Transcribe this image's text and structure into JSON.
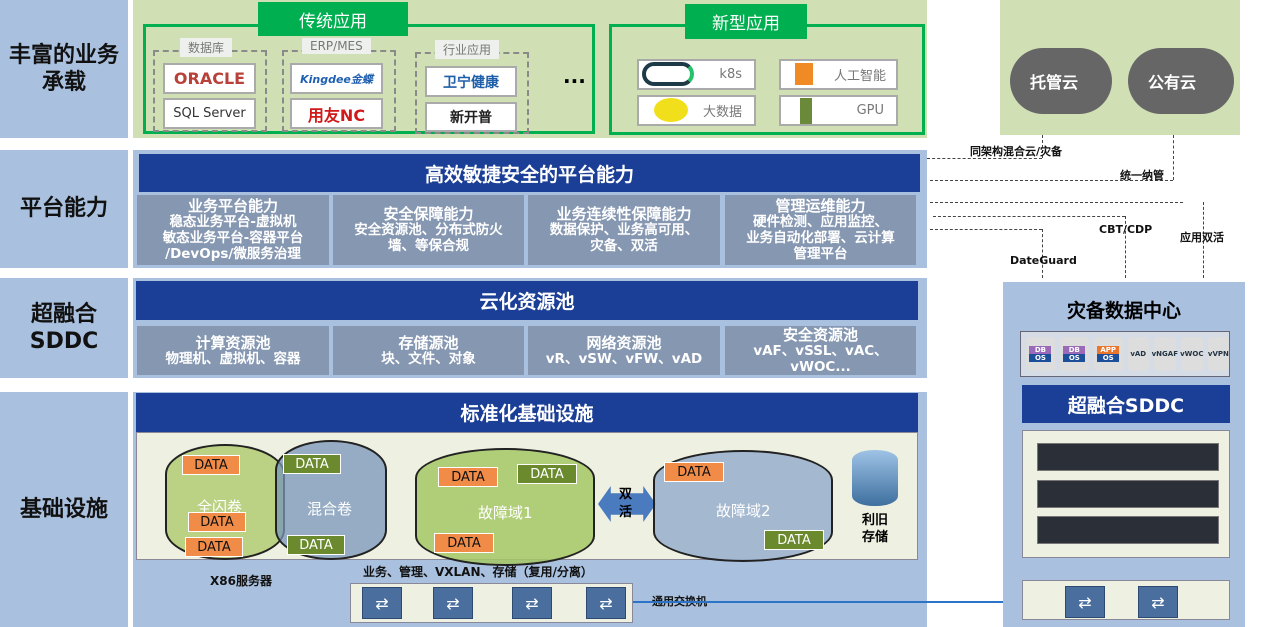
{
  "rows": {
    "business": "丰富的业务承载",
    "platform": "平台能力",
    "sddc": "超融合SDDC",
    "infra": "基础设施"
  },
  "traditional": {
    "title": "传统应用",
    "groups": [
      {
        "label": "数据库",
        "items": [
          "ORACLE",
          "SQL Server"
        ]
      },
      {
        "label": "ERP/MES",
        "items": [
          "Kingdee金蝶",
          "用友NC"
        ]
      },
      {
        "label": "行业应用",
        "items": [
          "卫宁健康",
          "新开普"
        ]
      }
    ],
    "more": "..."
  },
  "modern": {
    "title": "新型应用",
    "items": [
      "k8s",
      "人工智能",
      "大数据",
      "GPU"
    ]
  },
  "clouds": [
    "托管云",
    "公有云"
  ],
  "platform": {
    "title": "高效敏捷安全的平台能力",
    "cells": [
      {
        "head": "业务平台能力",
        "lines": [
          "稳态业务平台-虚拟机",
          "敏态业务平台-容器平台",
          "/DevOps/微服务治理"
        ]
      },
      {
        "head": "安全保障能力",
        "lines": [
          "安全资源池、分布式防火",
          "墙、等保合规"
        ]
      },
      {
        "head": "业务连续性保障能力",
        "lines": [
          "数据保护、业务高可用、",
          "灾备、双活"
        ]
      },
      {
        "head": "管理运维能力",
        "lines": [
          "硬件检测、应用监控、",
          "业务自动化部署、云计算",
          "管理平台"
        ]
      }
    ]
  },
  "pool": {
    "title": "云化资源池",
    "cells": [
      {
        "head": "计算资源池",
        "lines": [
          "物理机、虚拟机、容器"
        ]
      },
      {
        "head": "存储源池",
        "lines": [
          "块、文件、对象"
        ]
      },
      {
        "head": "网络资源池",
        "lines": [
          "vR、vSW、vFW、vAD"
        ]
      },
      {
        "head": "安全资源池",
        "lines": [
          "vAF、vSSL、vAC、",
          "vWOC..."
        ]
      }
    ]
  },
  "infra": {
    "title": "标准化基础设施",
    "data": "DATA",
    "allflash": "全闪卷",
    "hybrid": "混合卷",
    "fd1": "故障域1",
    "fd2": "故障域2",
    "activeactive": "双活",
    "legacy": "利旧存储",
    "x86": "X86服务器",
    "net": "业务、管理、VXLAN、存储（复用/分离）",
    "switch": "通用交换机"
  },
  "links": [
    "同架构混合云/灾备",
    "统一纳管",
    "CBT/CDP",
    "应用双活",
    "DateGuard"
  ],
  "dr": {
    "title": "灾备数据中心",
    "sddc": "超融合SDDC",
    "vms": [
      [
        "DB",
        "OS"
      ],
      [
        "DB",
        "OS"
      ],
      [
        "APP",
        "OS"
      ]
    ],
    "apps": [
      "vAD",
      "vNGAF",
      "vWOC",
      "vVPN"
    ]
  }
}
